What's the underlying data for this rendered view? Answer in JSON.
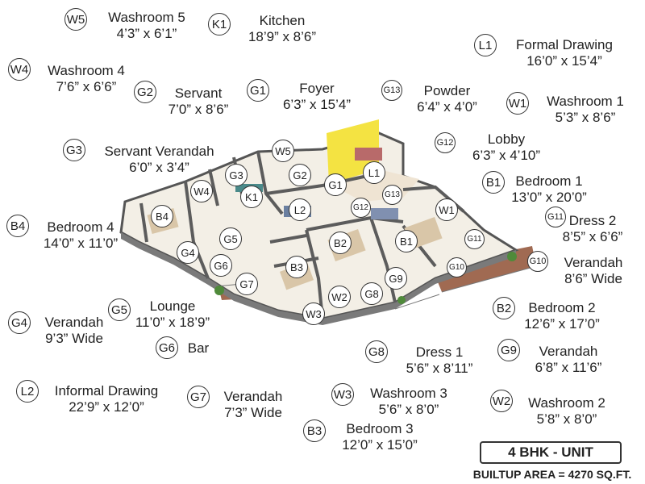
{
  "legend": {
    "W5": {
      "code": "W5",
      "name": "Washroom 5",
      "dims": "4’3” x 6’1”"
    },
    "K1": {
      "code": "K1",
      "name": "Kitchen",
      "dims": "18’9” x 8’6”"
    },
    "L1": {
      "code": "L1",
      "name": "Formal Drawing",
      "dims": "16’0” x 15’4”"
    },
    "W4": {
      "code": "W4",
      "name": "Washroom 4",
      "dims": "7’6” x 6’6”"
    },
    "G2": {
      "code": "G2",
      "name": "Servant",
      "dims": "7’0” x 8’6”"
    },
    "G1": {
      "code": "G1",
      "name": "Foyer",
      "dims": "6’3” x 15’4”"
    },
    "G13": {
      "code": "G13",
      "name": "Powder",
      "dims": "6’4” x 4’0”"
    },
    "W1": {
      "code": "W1",
      "name": "Washroom 1",
      "dims": "5’3” x 8’6”"
    },
    "G3": {
      "code": "G3",
      "name": "Servant Verandah",
      "dims": "6’0” x 3’4”"
    },
    "G12": {
      "code": "G12",
      "name": "Lobby",
      "dims": "6’3” x 4’10”"
    },
    "B1": {
      "code": "B1",
      "name": "Bedroom 1",
      "dims": "13’0” x 20’0”"
    },
    "G11": {
      "code": "G11",
      "name": "Dress 2",
      "dims": "8’5” x 6’6”"
    },
    "B4": {
      "code": "B4",
      "name": "Bedroom 4",
      "dims": "14’0” x 11’0”"
    },
    "G10": {
      "code": "G10",
      "name": "Verandah",
      "dims": "8’6” Wide"
    },
    "G5": {
      "code": "G5",
      "name": "Lounge",
      "dims": "11’0” x 18’9”"
    },
    "B2": {
      "code": "B2",
      "name": "Bedroom 2",
      "dims": "12’6” x 17’0”"
    },
    "G4": {
      "code": "G4",
      "name": "Verandah",
      "dims": "9’3” Wide"
    },
    "G6": {
      "code": "G6",
      "name": "Bar",
      "dims": ""
    },
    "G8": {
      "code": "G8",
      "name": "Dress 1",
      "dims": "5’6” x 8’11”"
    },
    "G9": {
      "code": "G9",
      "name": "Verandah",
      "dims": "6’8” x 11’6”"
    },
    "L2": {
      "code": "L2",
      "name": "Informal Drawing",
      "dims": "22’9” x 12’0”"
    },
    "G7": {
      "code": "G7",
      "name": "Verandah",
      "dims": "7’3” Wide"
    },
    "W3": {
      "code": "W3",
      "name": "Washroom 3",
      "dims": "5’6” x 8’0”"
    },
    "W2": {
      "code": "W2",
      "name": "Washroom 2",
      "dims": "5’8” x 8’0”"
    },
    "B3": {
      "code": "B3",
      "name": "Bedroom 3",
      "dims": "12’0” x 15’0”"
    }
  },
  "unit": {
    "title": "4 BHK - UNIT",
    "area": "BUILTUP AREA = 4270 SQ.FT."
  },
  "colors": {
    "formal_drawing_wall": "#f4e342",
    "floor": "#f3efe6",
    "wall": "#5c5c5c",
    "deck": "#a06a52"
  }
}
